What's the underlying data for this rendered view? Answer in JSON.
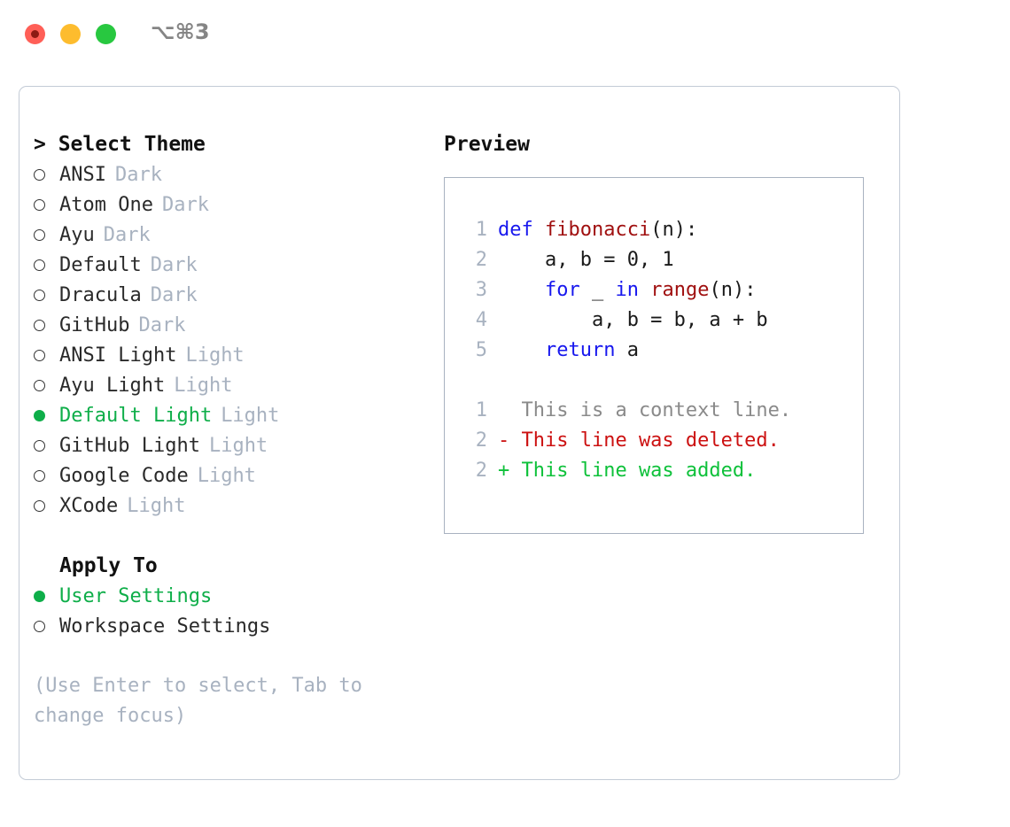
{
  "titlebar": {
    "shortcut": "⌥⌘3",
    "buttons": [
      "close",
      "minimize",
      "zoom"
    ]
  },
  "left": {
    "header": "> Select Theme",
    "themes": [
      {
        "label": "ANSI",
        "tag": "Dark",
        "selected": false
      },
      {
        "label": "Atom One",
        "tag": "Dark",
        "selected": false
      },
      {
        "label": "Ayu",
        "tag": "Dark",
        "selected": false
      },
      {
        "label": "Default",
        "tag": "Dark",
        "selected": false
      },
      {
        "label": "Dracula",
        "tag": "Dark",
        "selected": false
      },
      {
        "label": "GitHub",
        "tag": "Dark",
        "selected": false
      },
      {
        "label": "ANSI Light",
        "tag": "Light",
        "selected": false
      },
      {
        "label": "Ayu Light",
        "tag": "Light",
        "selected": false
      },
      {
        "label": "Default Light",
        "tag": "Light",
        "selected": true
      },
      {
        "label": "GitHub Light",
        "tag": "Light",
        "selected": false
      },
      {
        "label": "Google Code",
        "tag": "Light",
        "selected": false
      },
      {
        "label": "XCode",
        "tag": "Light",
        "selected": false
      }
    ],
    "apply_to_header": "Apply To",
    "apply_to": [
      {
        "label": "User Settings",
        "selected": true
      },
      {
        "label": "Workspace Settings",
        "selected": false
      }
    ],
    "hint": "(Use Enter to select, Tab to change focus)"
  },
  "right": {
    "header": "Preview",
    "code_lines": [
      {
        "no": "1",
        "tokens": [
          {
            "t": "def ",
            "c": "kw"
          },
          {
            "t": "fibonacci",
            "c": "fn"
          },
          {
            "t": "(n):",
            "c": "plain"
          }
        ]
      },
      {
        "no": "2",
        "tokens": [
          {
            "t": "    a, b = 0, 1",
            "c": "plain"
          }
        ]
      },
      {
        "no": "3",
        "tokens": [
          {
            "t": "    ",
            "c": "plain"
          },
          {
            "t": "for ",
            "c": "kw"
          },
          {
            "t": "_ ",
            "c": "plain"
          },
          {
            "t": "in ",
            "c": "kw"
          },
          {
            "t": "range",
            "c": "fn"
          },
          {
            "t": "(n):",
            "c": "plain"
          }
        ]
      },
      {
        "no": "4",
        "tokens": [
          {
            "t": "        a, b = b, a + b",
            "c": "plain"
          }
        ]
      },
      {
        "no": "5",
        "tokens": [
          {
            "t": "    ",
            "c": "plain"
          },
          {
            "t": "return ",
            "c": "kw"
          },
          {
            "t": "a",
            "c": "plain"
          }
        ]
      }
    ],
    "diff_lines": [
      {
        "no": "1",
        "text": "  This is a context line.",
        "kind": "ctx"
      },
      {
        "no": "2",
        "text": "- This line was deleted.",
        "kind": "del"
      },
      {
        "no": "2",
        "text": "+ This line was added.",
        "kind": "add"
      }
    ]
  },
  "colors": {
    "accent_green": "#0eae49",
    "muted": "#a8b2c0",
    "keyword_blue": "#1818ee",
    "function_red": "#a01010",
    "diff_delete": "#cc1111",
    "diff_add": "#0ec13a"
  }
}
